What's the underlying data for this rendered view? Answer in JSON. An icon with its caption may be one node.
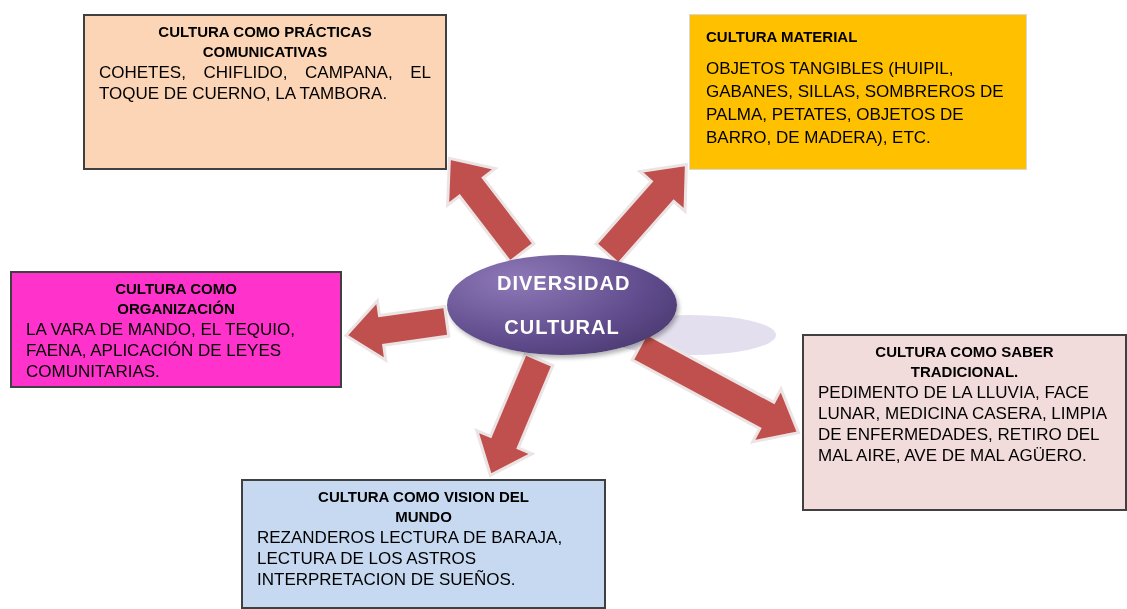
{
  "diagram": {
    "nodes": [
      {
        "text": [
          "DIVERSIDAD CULTURAL"
        ]
      },
      {
        "text": [
          "CULTURA COMO PRÁCTICAS COMUNICATIVAS",
          "COHETES, CHIFLIDO, CAMPANA, EL TOQUE DE CUERNO, LA TAMBORA."
        ]
      },
      {
        "text": [
          "CULTURA MATERIAL",
          "OBJETOS TANGIBLES (HUIPIL, GABANES, SILLAS, SOMBREROS DE PALMA, PETATES, OBJETOS DE BARRO, DE MADERA), ETC."
        ]
      },
      {
        "text": [
          "CULTURA COMO ORGANIZACIÓN",
          "LA VARA DE MANDO, EL TEQUIO, FAENA, APLICACIÓN DE LEYES COMUNITARIAS."
        ]
      },
      {
        "text": [
          "CULTURA COMO SABER TRADICIONAL.",
          "PEDIMENTO DE LA LLUVIA, FACE LUNAR, MEDICINA CASERA, LIMPIA DE ENFERMEDADES, RETIRO DEL MAL AIRE, AVE DE MAL AGÜERO."
        ]
      },
      {
        "text": [
          "CULTURA COMO VISION DEL MUNDO",
          "REZANDEROS LECTURA DE BARAJA, LECTURA DE LOS ASTROS INTERPRETACION DE SUEÑOS."
        ]
      }
    ],
    "edges": [
      {
        "from": 0,
        "to": 1,
        "arrow": "to"
      },
      {
        "from": 0,
        "to": 2,
        "arrow": "to"
      },
      {
        "from": 0,
        "to": 3,
        "arrow": "to"
      },
      {
        "from": 0,
        "to": 4,
        "arrow": "to"
      },
      {
        "from": 0,
        "to": 5,
        "arrow": "to"
      }
    ]
  }
}
